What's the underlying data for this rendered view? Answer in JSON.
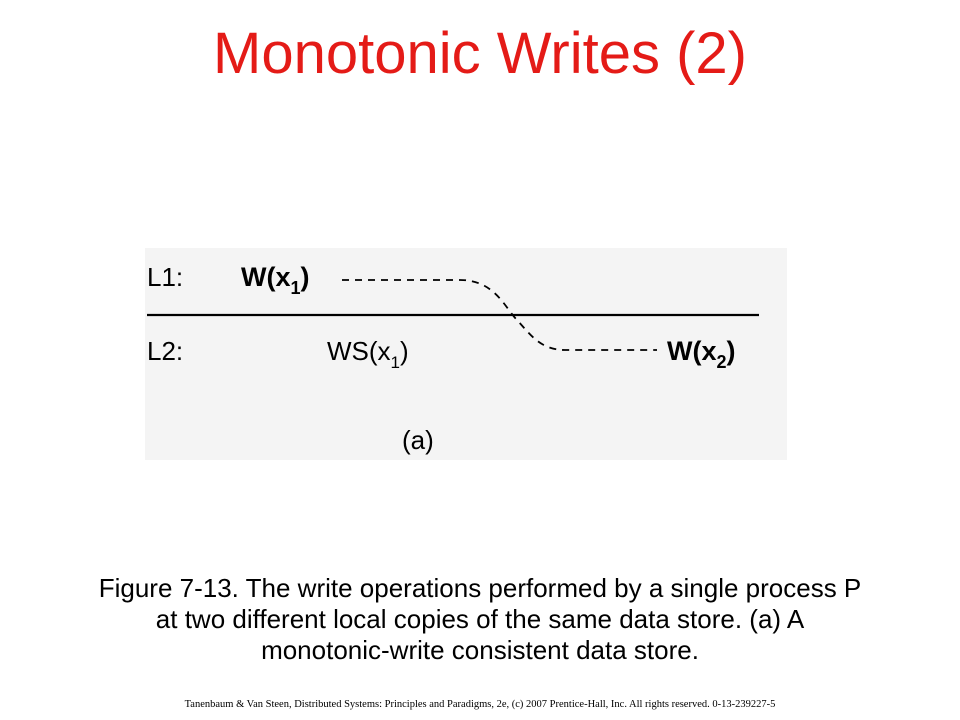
{
  "slide": {
    "title": "Monotonic Writes (2)"
  },
  "diagram": {
    "row1_label": "L1:",
    "row2_label": "L2:",
    "op_w1": {
      "op": "W(x",
      "sub": "1",
      "close": ")"
    },
    "op_ws1": {
      "op": "WS(x",
      "sub": "1",
      "close": ")"
    },
    "op_w2": {
      "op": "W(x",
      "sub": "2",
      "close": ")"
    },
    "part_label": "(a)"
  },
  "caption": {
    "line1": "Figure 7-13. The write operations performed by a single process P",
    "line2": "at two different local copies of the same data store. (a) A",
    "line3": "monotonic-write consistent data store."
  },
  "footer": {
    "text": "Tanenbaum & Van Steen, Distributed Systems: Principles and Paradigms, 2e, (c) 2007 Prentice-Hall, Inc. All rights reserved. 0-13-239227-5"
  }
}
